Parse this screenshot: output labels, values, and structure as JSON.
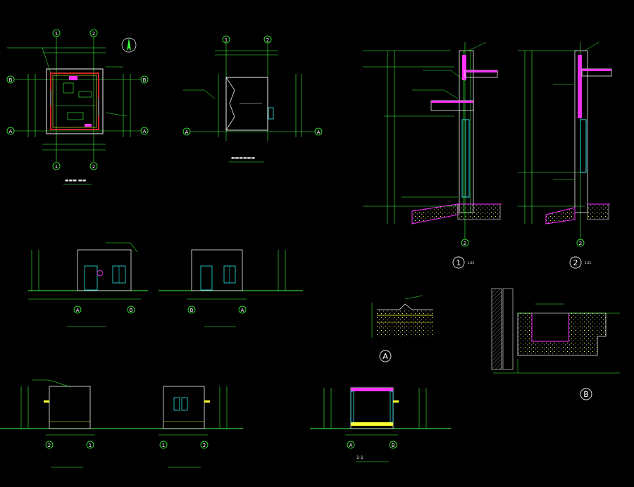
{
  "grid_labels": {
    "one": "1",
    "two": "2",
    "a": "A",
    "b": "B"
  },
  "detail_labels": {
    "section_1": "1",
    "section_2": "2",
    "detail_a": "A",
    "detail_b": "B",
    "scale_section": "1:25",
    "section_cut": "1-1"
  },
  "colors": {
    "background": "#000000",
    "line_green": "#3cff3c",
    "line_white": "#f2f2f2",
    "line_cyan": "#2ee6e6",
    "line_magenta": "#ff33ff",
    "line_yellow": "#ffff33",
    "line_red": "#ff3030"
  }
}
